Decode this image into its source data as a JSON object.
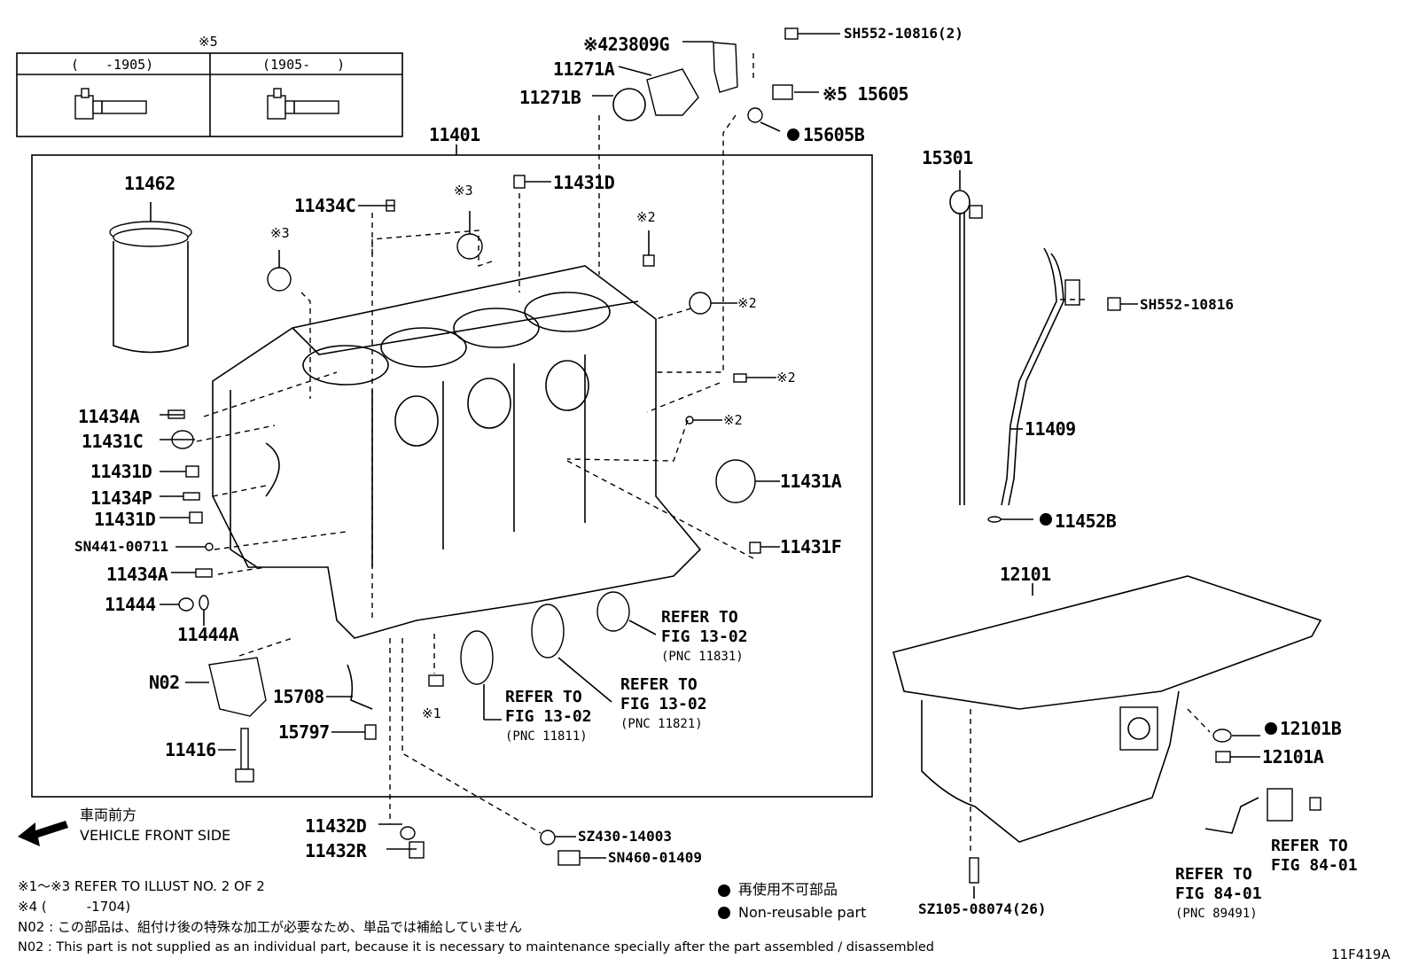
{
  "diagram_code": "11F419A",
  "version_table": {
    "header": "※5",
    "col1": "(　　-1905)",
    "col2": "(1905-　　)"
  },
  "parts": {
    "block": "11401",
    "liner": "11462",
    "p11434C": "11434C",
    "p11431D_top": "11431D",
    "p423809G": "※423809G",
    "sh552_2": "SH552-10816(2)",
    "p11271A": "11271A",
    "p11271B": "11271B",
    "p15605": "※5 15605",
    "p15605B": "15605B",
    "m3a": "※3",
    "m3b": "※3",
    "m2a": "※2",
    "m2b": "※2",
    "m2c": "※2",
    "m2d": "※2",
    "m1": "※1",
    "p11434A_1": "11434A",
    "p11431C": "11431C",
    "p11431D_1": "11431D",
    "p11434P": "11434P",
    "p11431D_2": "11431D",
    "sn441": "SN441-00711",
    "p11434A_2": "11434A",
    "p11444": "11444",
    "p11444A": "11444A",
    "n02": "N02",
    "p11416": "11416",
    "p15708": "15708",
    "p15797": "15797",
    "p11431A": "11431A",
    "p11431F": "11431F",
    "p11432D": "11432D",
    "p11432R": "11432R",
    "sz430": "SZ430-14003",
    "sn460": "SN460-01409",
    "p15301": "15301",
    "sh552": "SH552-10816",
    "p11409": "11409",
    "p11452B": "11452B",
    "p12101": "12101",
    "p12101B": "12101B",
    "p12101A": "12101A",
    "sz105": "SZ105-08074(26)"
  },
  "refs": {
    "r11831": {
      "l1": "REFER TO",
      "l2": "FIG 13-02",
      "l3": "(PNC 11831)"
    },
    "r11821": {
      "l1": "REFER TO",
      "l2": "FIG 13-02",
      "l3": "(PNC 11821)"
    },
    "r11811": {
      "l1": "REFER TO",
      "l2": "FIG 13-02",
      "l3": "(PNC 11811)"
    },
    "r84a": {
      "l1": "REFER TO",
      "l2": "FIG 84-01"
    },
    "r89491": {
      "l1": "REFER TO",
      "l2": "FIG 84-01",
      "l3": "(PNC 89491)"
    }
  },
  "front": {
    "jp": "車両前方",
    "en": "VEHICLE FRONT SIDE"
  },
  "legend": {
    "jp": "再使用不可部品",
    "en": "Non-reusable part"
  },
  "notes": {
    "n1": "※1～※3  REFER TO ILLUST NO. 2 OF 2",
    "n2": "※4 (　　　-1704)",
    "n3": "N02 : この部品は、組付け後の特殊な加工が必要なため、単品では補給していません",
    "n4": "N02 : This part is not supplied as an individual part, because it is necessary to maintenance specially after the part assembled / disassembled"
  }
}
